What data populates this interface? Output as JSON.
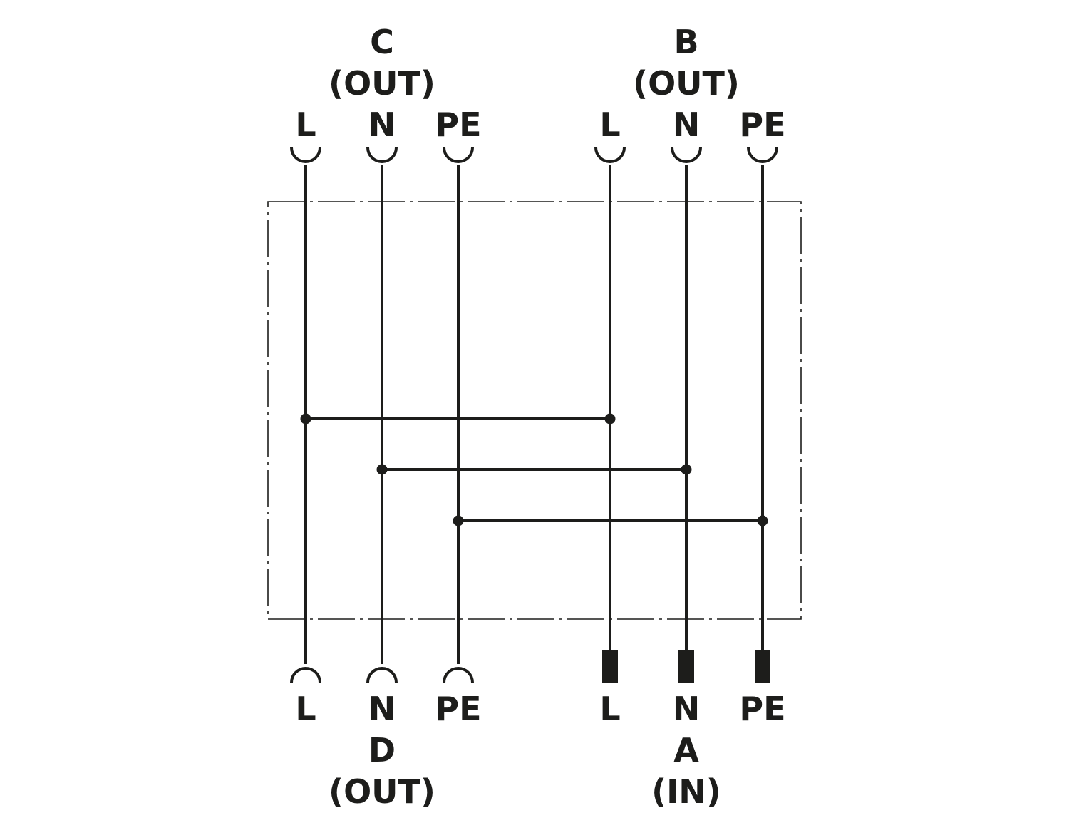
{
  "colors": {
    "line": "#1d1d1b",
    "background": "#ffffff"
  },
  "ports": {
    "C": {
      "name": "C",
      "role": "(OUT)",
      "pins": [
        "L",
        "N",
        "PE"
      ]
    },
    "B": {
      "name": "B",
      "role": "(OUT)",
      "pins": [
        "L",
        "N",
        "PE"
      ]
    },
    "D": {
      "name": "D",
      "role": "(OUT)",
      "pins": [
        "L",
        "N",
        "PE"
      ]
    },
    "A": {
      "name": "A",
      "role": "(IN)",
      "pins": [
        "L",
        "N",
        "PE"
      ]
    }
  },
  "connections": [
    {
      "from": "C-L",
      "to": "B-L"
    },
    {
      "from": "C-N",
      "to": "B-N"
    },
    {
      "from": "C-PE",
      "to": "B-PE"
    }
  ]
}
